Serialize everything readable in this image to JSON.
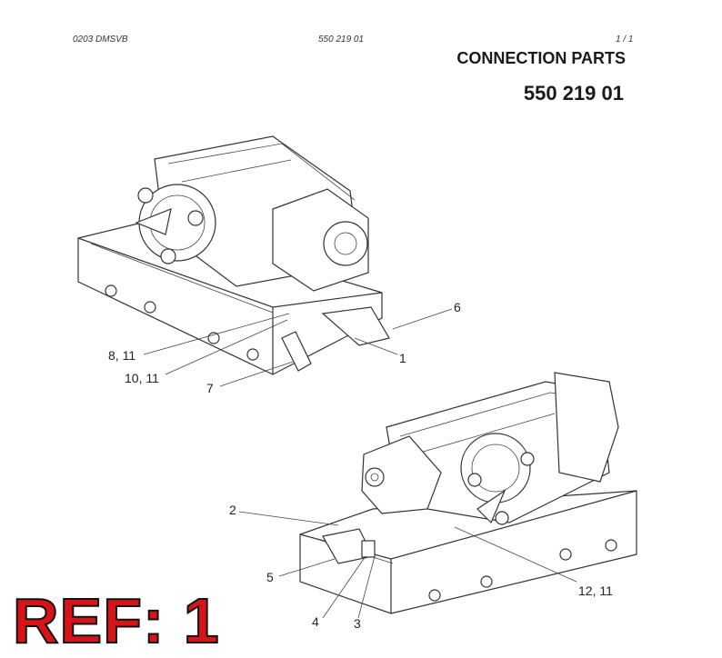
{
  "header": {
    "left": "0203 DMSVB",
    "center": "550 219 01",
    "right": "1 /   1"
  },
  "title": "CONNECTION PARTS",
  "part_number": "550 219 01",
  "callouts": {
    "c6": "6",
    "c1": "1",
    "c8_11": "8, 11",
    "c10_11": "10, 11",
    "c7": "7",
    "c2": "2",
    "c5": "5",
    "c4": "4",
    "c3": "3",
    "c12_11": "12, 11"
  },
  "ref_badge": "REF: 1"
}
